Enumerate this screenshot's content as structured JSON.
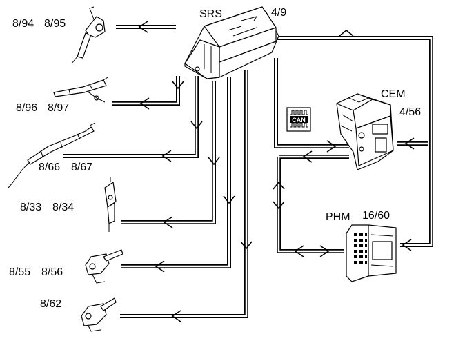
{
  "modules": {
    "srs": {
      "name": "SRS",
      "ref": "4/9"
    },
    "cem": {
      "name": "CEM",
      "ref": "4/56"
    },
    "phm": {
      "name": "PHM",
      "ref": "16/60"
    }
  },
  "can_label": "CAN",
  "components": [
    {
      "id": "c1",
      "ref_a": "8/94",
      "ref_b": "8/95"
    },
    {
      "id": "c2",
      "ref_a": "8/96",
      "ref_b": "8/97"
    },
    {
      "id": "c3",
      "ref_a": "8/66",
      "ref_b": "8/67"
    },
    {
      "id": "c4",
      "ref_a": "8/33",
      "ref_b": "8/34"
    },
    {
      "id": "c5",
      "ref_a": "8/55",
      "ref_b": "8/56"
    },
    {
      "id": "c6",
      "ref_a": "8/62",
      "ref_b": ""
    }
  ]
}
